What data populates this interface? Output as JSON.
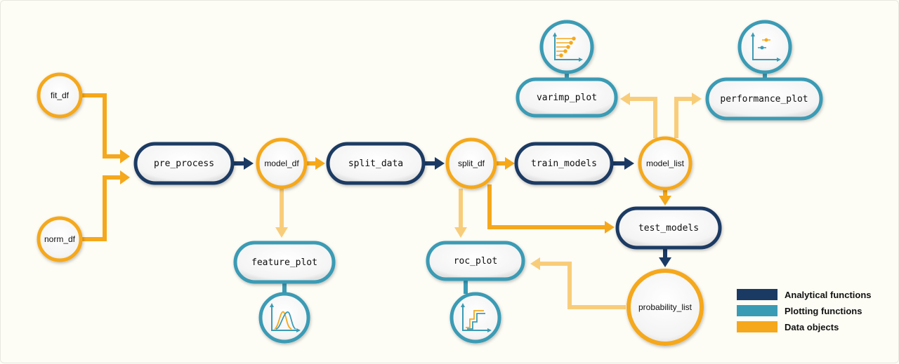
{
  "colors": {
    "analytical": "#1b3a63",
    "plotting": "#3a9bb4",
    "data": "#f5a81b",
    "data_light": "#f8cd7a",
    "node_fill": "#ffffff"
  },
  "data_objects": {
    "fit_df": "fit_df",
    "norm_df": "norm_df",
    "model_df": "model_df",
    "split_df": "split_df",
    "model_list": "model_list",
    "probability_list": "probability_list"
  },
  "analytical_functions": {
    "pre_process": "pre_process",
    "split_data": "split_data",
    "train_models": "train_models",
    "test_models": "test_models"
  },
  "plotting_functions": {
    "feature_plot": "feature_plot",
    "roc_plot": "roc_plot",
    "varimp_plot": "varimp_plot",
    "performance_plot": "performance_plot"
  },
  "plot_icons": {
    "feature_plot": "density-plot-icon",
    "roc_plot": "roc-curve-icon",
    "varimp_plot": "variable-importance-icon",
    "performance_plot": "performance-dot-plot-icon"
  },
  "legend": {
    "analytical": "Analytical functions",
    "plotting": "Plotting functions",
    "data": "Data objects"
  }
}
